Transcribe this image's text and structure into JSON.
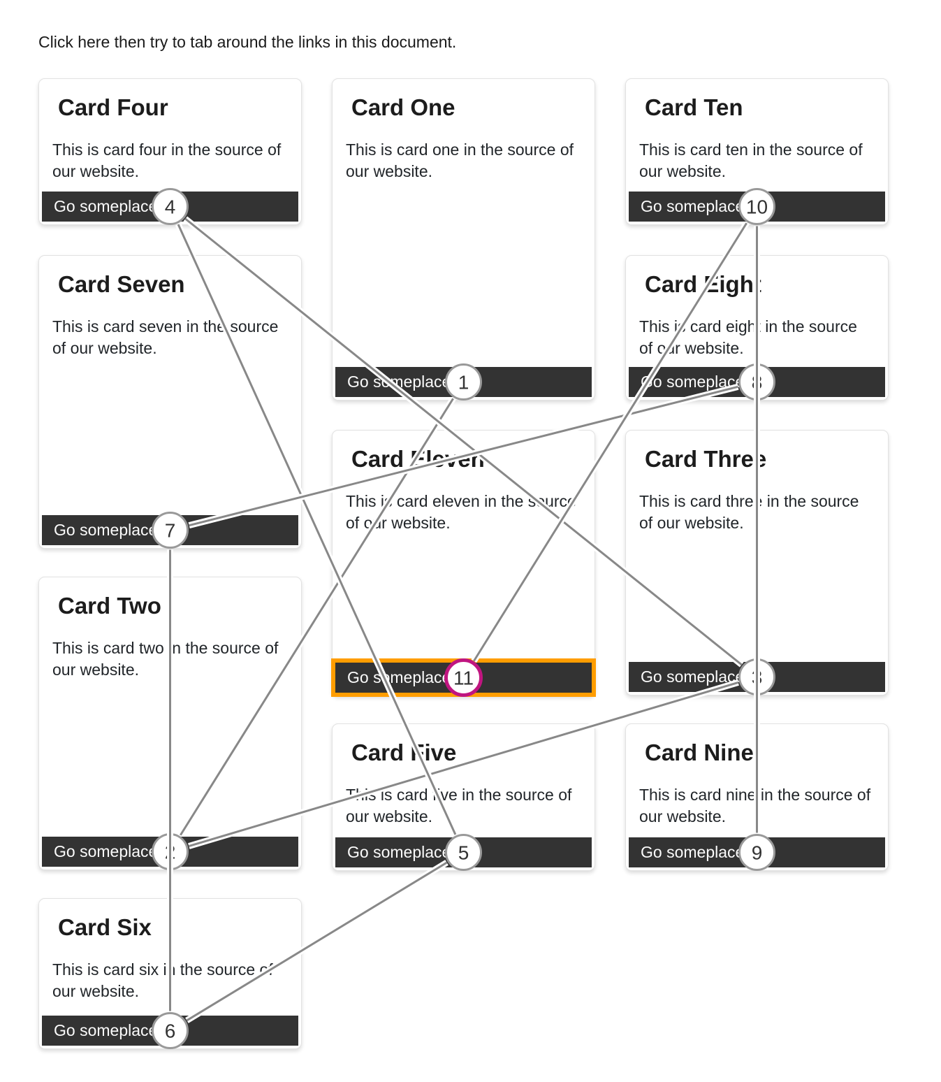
{
  "intro": "Click here then try to tab around the links in this document.",
  "cards": [
    {
      "slug": "four",
      "title": "Card Four",
      "text": "This is card four in the source of our website.",
      "link_label": "Go someplace",
      "tab_order": 4,
      "focused": false
    },
    {
      "slug": "seven",
      "title": "Card Seven",
      "text": "This is card seven in the source of our website.",
      "link_label": "Go someplace",
      "tab_order": 7,
      "focused": false
    },
    {
      "slug": "two",
      "title": "Card Two",
      "text": "This is card two in the source of our website.",
      "link_label": "Go someplace",
      "tab_order": 2,
      "focused": false
    },
    {
      "slug": "six",
      "title": "Card Six",
      "text": "This is card six in the source of our website.",
      "link_label": "Go someplace",
      "tab_order": 6,
      "focused": false
    },
    {
      "slug": "one",
      "title": "Card One",
      "text": "This is card one in the source of our website.",
      "link_label": "Go someplace",
      "tab_order": 1,
      "focused": false
    },
    {
      "slug": "eleven",
      "title": "Card Eleven",
      "text": "This is card eleven in the source of our website.",
      "link_label": "Go someplace",
      "tab_order": 11,
      "focused": true
    },
    {
      "slug": "five",
      "title": "Card Five",
      "text": "This is card five in the source of our website.",
      "link_label": "Go someplace",
      "tab_order": 5,
      "focused": false
    },
    {
      "slug": "ten",
      "title": "Card Ten",
      "text": "This is card ten in the source of our website.",
      "link_label": "Go someplace",
      "tab_order": 10,
      "focused": false
    },
    {
      "slug": "eight",
      "title": "Card Eight",
      "text": "This is card eight in the source of our website.",
      "link_label": "Go someplace",
      "tab_order": 8,
      "focused": false
    },
    {
      "slug": "three",
      "title": "Card Three",
      "text": "This is card three in the source of our website.",
      "link_label": "Go someplace",
      "tab_order": 3,
      "focused": false
    },
    {
      "slug": "nine",
      "title": "Card Nine",
      "text": "This is card nine in the source of our website.",
      "link_label": "Go someplace",
      "tab_order": 9,
      "focused": false
    }
  ],
  "tab_visualization": {
    "order": [
      1,
      2,
      3,
      4,
      5,
      6,
      7,
      8,
      9,
      10,
      11
    ],
    "current": 11
  },
  "colors": {
    "button_bg": "#333333",
    "button_text": "#fbfbfb",
    "line": "#888888",
    "line_casing": "#ffffff",
    "badge_fill": "#ffffff",
    "badge_border": "#999999",
    "badge_number": "#333333",
    "current_badge_border": "#c01580",
    "focus_outline": "#ff9d00"
  }
}
